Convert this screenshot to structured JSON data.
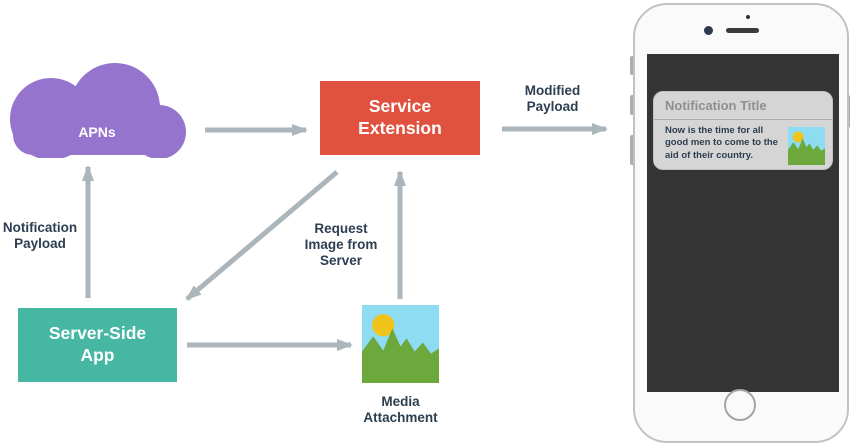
{
  "diagram": {
    "nodes": {
      "apns": {
        "label": "APNs",
        "color": "#9574CD"
      },
      "service_extension": {
        "label": "Service Extension",
        "color": "#E0523F"
      },
      "server_side_app": {
        "label": "Server-Side App",
        "color": "#45B7A2"
      }
    },
    "labels": {
      "modified_payload": "Modified Payload",
      "notification_payload": "Notification Payload",
      "request_image_from_server": "Request Image from Server",
      "media_attachment": "Media Attachment"
    },
    "arrows": [
      {
        "name": "apns-to-service-extension"
      },
      {
        "name": "service-extension-to-phone",
        "label": "Modified Payload"
      },
      {
        "name": "server-side-app-to-apns",
        "label": "Notification Payload"
      },
      {
        "name": "service-extension-to-server-side-app",
        "label": "Request Image from Server"
      },
      {
        "name": "media-attachment-to-service-extension"
      },
      {
        "name": "server-side-app-to-media-attachment"
      }
    ],
    "arrow_color": "#ABB5BC",
    "label_color": "#2C3E50"
  },
  "media_icon": {
    "sky": "#8EDCF2",
    "sun": "#F0C419",
    "mountain": "#6CA83C"
  },
  "phone": {
    "notification": {
      "title": "Notification Title",
      "body": "Now is the time for all good men to come to the aid of their country."
    }
  }
}
